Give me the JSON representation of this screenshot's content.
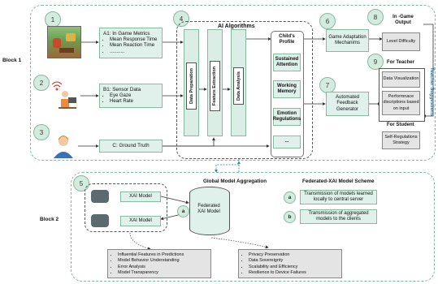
{
  "block1": {
    "label": "Block 1",
    "circles": [
      "1",
      "2",
      "3",
      "4",
      "6",
      "7",
      "8",
      "9"
    ],
    "a1": {
      "title": "A1: In Game Metrics",
      "items": [
        "Mean Response Time",
        "Mean Reaction Time",
        "..........."
      ]
    },
    "b1": {
      "title": "B1: Sensor Data",
      "items": [
        "Eye Gaze",
        "Heart Rate"
      ]
    },
    "c": {
      "title": "C: Ground Truth"
    },
    "ai_title": "AI Algorithms",
    "pipeline": [
      "Data Preparation",
      "Feature Extraction",
      "Data Analysis"
    ],
    "profile": {
      "title": "Child's Profile",
      "items": [
        "Sustained Attention",
        "Working Memory",
        "Emotion Regulations",
        "..."
      ]
    },
    "game_adapt": "Game Adaptation Mechanims",
    "feedback": "Automated Feedback Generator",
    "ingame_output": "In -Game Output",
    "level": "Level Difficulty",
    "teacher": "For Teacher",
    "data_vis": "Data Visualization",
    "perf": "Performnace discriptions based on input",
    "student": "For Student",
    "selfreg": "Self-Regulations Strategy",
    "side_label": "Teacher Suggestions"
  },
  "block2": {
    "label": "Block 2",
    "circle": "5",
    "gma_title": "Global Model Aggregation",
    "xai1": "XAI Model",
    "xai2": "XAI Model",
    "a_marker": "a",
    "fed": "Federated XAI Model",
    "scheme_title": "Federated-XAI Model Scheme",
    "scheme": [
      {
        "marker": "a",
        "text": "Transmission of models learned locally to central server"
      },
      {
        "marker": "b",
        "text": "Transmission of aggregated models to the clients"
      }
    ],
    "left_items": [
      "Influential Features in Predictions",
      "Model Behavior Understanding",
      "Error Analysis",
      "Model Transparency"
    ],
    "right_items": [
      "Privacy Preservation",
      "Data Sovereignty",
      "Scalability and Efficiency",
      "Resilience to Device Failures"
    ]
  },
  "colors": {
    "accent_fill": "#dff1ea",
    "accent_border": "#8ab9a2",
    "block_border": "#7fb8a0"
  }
}
